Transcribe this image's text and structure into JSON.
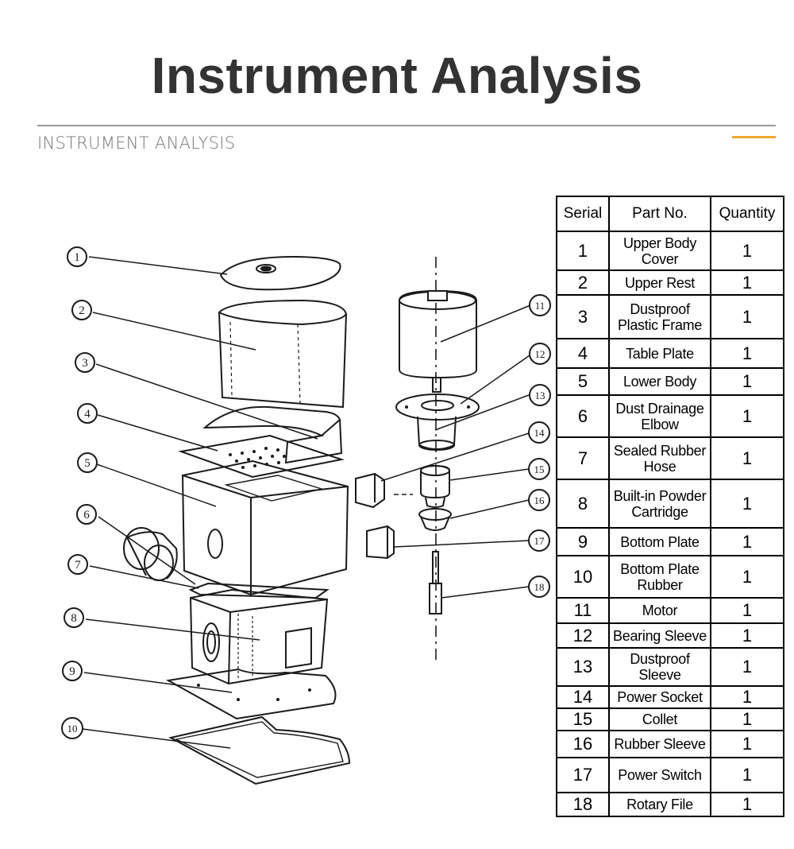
{
  "header": {
    "title": "Instrument Analysis",
    "subtitle": "INSTRUMENT ANALYSIS",
    "accent_color": "#f0a830"
  },
  "diagram": {
    "callouts": [
      "1",
      "2",
      "3",
      "4",
      "5",
      "6",
      "7",
      "8",
      "9",
      "10",
      "11",
      "12",
      "13",
      "14",
      "15",
      "16",
      "17",
      "18"
    ]
  },
  "table": {
    "headers": [
      "Serial",
      "Part No.",
      "Quantity"
    ],
    "rows": [
      {
        "serial": "1",
        "part": "Upper Body Cover",
        "qty": "1"
      },
      {
        "serial": "2",
        "part": "Upper Rest",
        "qty": "1"
      },
      {
        "serial": "3",
        "part": "Dustproof Plastic Frame",
        "qty": "1"
      },
      {
        "serial": "4",
        "part": "Table Plate",
        "qty": "1"
      },
      {
        "serial": "5",
        "part": "Lower Body",
        "qty": "1"
      },
      {
        "serial": "6",
        "part": "Dust Drainage Elbow",
        "qty": "1"
      },
      {
        "serial": "7",
        "part": "Sealed Rubber Hose",
        "qty": "1"
      },
      {
        "serial": "8",
        "part": "Built-in Powder Cartridge",
        "qty": "1"
      },
      {
        "serial": "9",
        "part": "Bottom Plate",
        "qty": "1"
      },
      {
        "serial": "10",
        "part": "Bottom Plate Rubber",
        "qty": "1"
      },
      {
        "serial": "11",
        "part": "Motor",
        "qty": "1"
      },
      {
        "serial": "12",
        "part": "Bearing Sleeve",
        "qty": "1"
      },
      {
        "serial": "13",
        "part": "Dustproof Sleeve",
        "qty": "1"
      },
      {
        "serial": "14",
        "part": "Power Socket",
        "qty": "1"
      },
      {
        "serial": "15",
        "part": "Collet",
        "qty": "1"
      },
      {
        "serial": "16",
        "part": "Rubber Sleeve",
        "qty": "1"
      },
      {
        "serial": "17",
        "part": "Power Switch",
        "qty": "1"
      },
      {
        "serial": "18",
        "part": "Rotary File",
        "qty": "1"
      }
    ]
  }
}
